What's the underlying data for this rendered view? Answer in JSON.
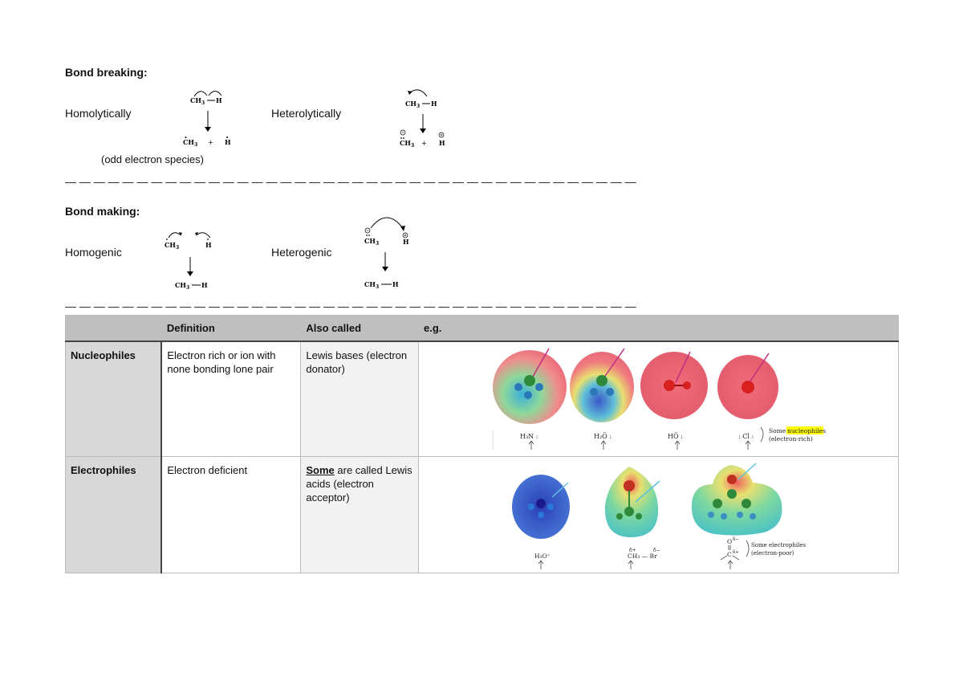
{
  "bond_breaking": {
    "heading": "Bond breaking:",
    "homo_label": "Homolytically",
    "hetero_label": "Heterolytically",
    "homo_note": "(odd electron species)"
  },
  "bond_making": {
    "heading": "Bond making:",
    "homo_label": "Homogenic",
    "hetero_label": "Heterogenic"
  },
  "chem": {
    "ch3": "CH",
    "sub3": "3",
    "h": "H",
    "plus": "+"
  },
  "divider": "— — — — — — — — — — — — — — — — — — — — — — — — — — — — — — — — — — — — — — — —",
  "table": {
    "headers": [
      "",
      "Definition",
      "Also called",
      "e.g."
    ],
    "rows": [
      {
        "name": "Nucleophiles",
        "definition": "Electron rich or ion with none bonding lone pair",
        "also_called": "Lewis bases (electron donator)"
      },
      {
        "name": "Electrophiles",
        "definition": "Electron deficient",
        "also_called_emph": "Some",
        "also_called_rest": " are called Lewis acids (electron acceptor)"
      }
    ]
  },
  "nucleophile_image": {
    "labels": [
      "H₃N :",
      "H₂Ö :",
      "HÖ :",
      ": Cl :"
    ],
    "caption_1a": "Some ",
    "caption_1b": "nucleophiles",
    "caption_2": "(electron-rich)"
  },
  "electrophile_image": {
    "labels": [
      "H₃O⁺",
      "CH₃ — Br",
      "C"
    ],
    "partials_ch3br": [
      "δ+",
      "δ−"
    ],
    "carbonyl_o": "O",
    "carbonyl_partials": [
      "δ−",
      "δ+"
    ],
    "caption_1": "Some electrophiles",
    "caption_2": "(electron-poor)"
  },
  "colors": {
    "header_bg": "#bfbfbf",
    "rowhead_bg": "#d8d8d8",
    "highlight": "#ffff00",
    "map_red": "#e03030",
    "map_blue": "#3a50c8",
    "map_green": "#40c080"
  }
}
